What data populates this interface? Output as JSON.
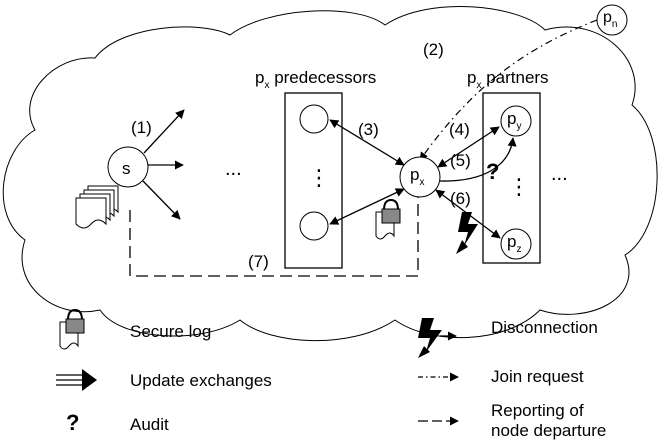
{
  "diagram": {
    "source_node": "s",
    "dots": "...",
    "vdots": "⋮",
    "question": "?",
    "predecessors_title": {
      "prefix": "p",
      "sub": "x",
      "rest": " predecessors"
    },
    "partners_title": {
      "prefix": "p",
      "sub": "x",
      "rest": " partners"
    },
    "node_px": {
      "main": "p",
      "sub": "x"
    },
    "node_py": {
      "main": "p",
      "sub": "y"
    },
    "node_pz": {
      "main": "p",
      "sub": "z"
    },
    "node_pn": {
      "main": "p",
      "sub": "n"
    },
    "steps": {
      "s1": "(1)",
      "s2": "(2)",
      "s3": "(3)",
      "s4": "(4)",
      "s5": "(5)",
      "s6": "(6)",
      "s7": "(7)"
    }
  },
  "legend": {
    "secure_log": "Secure log",
    "update_exchanges": "Update exchanges",
    "audit": "Audit",
    "disconnection": "Disconnection",
    "join_request": "Join request",
    "reporting_1": "Reporting of",
    "reporting_2": "node departure"
  }
}
